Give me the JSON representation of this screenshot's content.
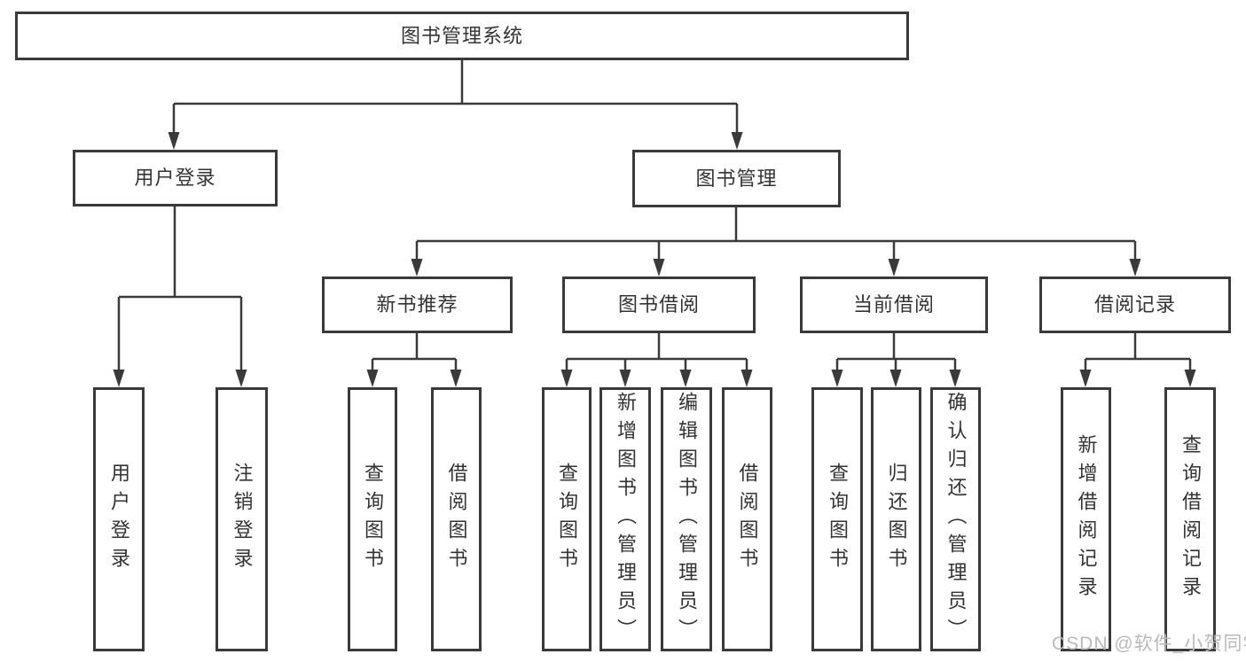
{
  "tree": {
    "root": {
      "label": "图书管理系统"
    },
    "children": [
      {
        "label": "用户登录",
        "children": [
          {
            "label": "用户登录"
          },
          {
            "label": "注销登录"
          }
        ]
      },
      {
        "label": "图书管理",
        "children": [
          {
            "label": "新书推荐",
            "children": [
              {
                "label": "查询图书"
              },
              {
                "label": "借阅图书"
              }
            ]
          },
          {
            "label": "图书借阅",
            "children": [
              {
                "label": "查询图书"
              },
              {
                "label": "新增图书（管理员）"
              },
              {
                "label": "编辑图书（管理员）"
              },
              {
                "label": "借阅图书"
              }
            ]
          },
          {
            "label": "当前借阅",
            "children": [
              {
                "label": "查询图书"
              },
              {
                "label": "归还图书"
              },
              {
                "label": "确认归还（管理员）"
              }
            ]
          },
          {
            "label": "借阅记录",
            "children": [
              {
                "label": "新增借阅记录"
              },
              {
                "label": "查询借阅记录"
              }
            ]
          }
        ]
      }
    ]
  },
  "watermark": {
    "text": "CSDN @软件_小贺同学"
  },
  "colors": {
    "line": "#3a3a3a",
    "border": "#3a3a3a",
    "text": "#333333",
    "watermark": "#b9b9b9",
    "background": "#ffffff"
  }
}
